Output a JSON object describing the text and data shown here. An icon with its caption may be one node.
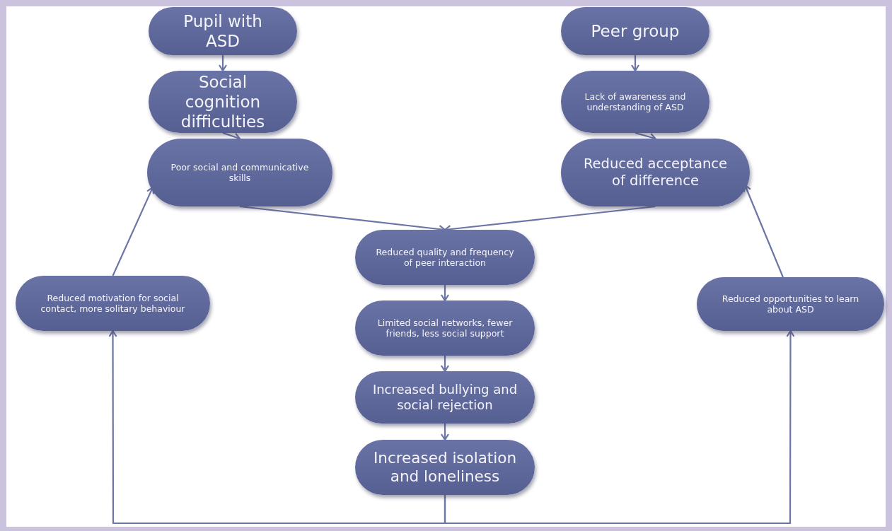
{
  "diagram": {
    "nodes": [
      {
        "text": [
          "Pupil with ASD"
        ]
      },
      {
        "text": [
          "Social cognition difficulties"
        ]
      },
      {
        "text": [
          "Poor social and communicative skills"
        ]
      },
      {
        "text": [
          "Peer group"
        ]
      },
      {
        "text": [
          "Lack of awareness and understanding of ASD"
        ]
      },
      {
        "text": [
          "Reduced acceptance of difference"
        ]
      },
      {
        "text": [
          "Reduced quality and frequency of peer interaction"
        ]
      },
      {
        "text": [
          "Limited social networks, fewer friends, less social support"
        ]
      },
      {
        "text": [
          "Increased bullying and social rejection"
        ]
      },
      {
        "text": [
          "Increased isolation and loneliness"
        ]
      },
      {
        "text": [
          "Reduced motivation for social contact, more solitary behaviour"
        ]
      },
      {
        "text": [
          "Reduced opportunities to learn about ASD"
        ]
      }
    ],
    "edges": [
      {
        "from": 0,
        "to": 1,
        "arrow": "to"
      },
      {
        "from": 1,
        "to": 2,
        "arrow": "to"
      },
      {
        "from": 2,
        "to": 6,
        "arrow": "to"
      },
      {
        "from": 3,
        "to": 4,
        "arrow": "to"
      },
      {
        "from": 4,
        "to": 5,
        "arrow": "to"
      },
      {
        "from": 5,
        "to": 6,
        "arrow": "to"
      },
      {
        "from": 6,
        "to": 7,
        "arrow": "to"
      },
      {
        "from": 7,
        "to": 8,
        "arrow": "to"
      },
      {
        "from": 8,
        "to": 9,
        "arrow": "to"
      },
      {
        "from": 9,
        "to": 10,
        "arrow": "to"
      },
      {
        "from": 9,
        "to": 11,
        "arrow": "to"
      },
      {
        "from": 10,
        "to": 2,
        "arrow": "to"
      },
      {
        "from": 11,
        "to": 5,
        "arrow": "to"
      }
    ]
  }
}
